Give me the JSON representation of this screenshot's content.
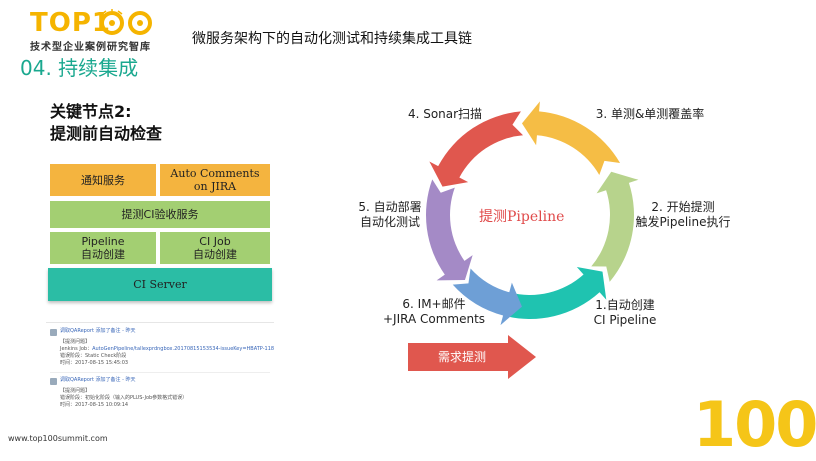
{
  "logo": {
    "word": "TOP1",
    "tagline": "技术型企业案例研究智库"
  },
  "header": {
    "title": "微服务架构下的自动化测试和持续集成工具链"
  },
  "section": {
    "title": "04. 持续集成"
  },
  "keynode": {
    "line1": "关键节点2:",
    "line2": "提测前自动检查"
  },
  "stack": {
    "notify": "通知服务",
    "auto_comments": "Auto Comments\non JIRA",
    "ci_check": "提测CI验收服务",
    "pipeline": "Pipeline\n自动创建",
    "ci_job": "CI Job\n自动创建",
    "ci_server": "CI Server"
  },
  "log": {
    "entry1": {
      "user": "调取QAReport 添加了备注 - 昨天",
      "tag": "【提测问题】",
      "job_prefix": "Jenkins Job：",
      "job_link": "AutoGenPipeline/tallexprdngbox.20170815153534-issueKey=HBATP-118",
      "stage": "错误阶段：Static Check阶段",
      "time": "时间：2017-08-15 15:45:03"
    },
    "entry2": {
      "user": "调取QAReport 添加了备注 - 昨天",
      "tag": "【提测问题】",
      "stage": "错误阶段：初始化阶段（输入的PLUS-Job参数格式错误）",
      "time": "时间：2017-08-15 10:09:14"
    }
  },
  "cycle": {
    "center": "提测Pipeline",
    "step1": "1.自动创建\nCI Pipeline",
    "step2": "2. 开始提测\n触发Pipeline执行",
    "step3": "3. 单测&单测覆盖率",
    "step4": "4. Sonar扫描",
    "step5": "5. 自动部署\n自动化测试",
    "step6": "6. IM+邮件\n+JIRA Comments",
    "colors": {
      "step1": "#1fc3b0",
      "step2": "#b7d38c",
      "step3": "#f5bd45",
      "step4": "#e0574e",
      "step5": "#a48ac6",
      "step6": "#6e9fd6"
    }
  },
  "requirement": {
    "label": "需求提测",
    "color": "#e0574e"
  },
  "footer": {
    "url": "www.top100summit.com",
    "big": "100"
  }
}
